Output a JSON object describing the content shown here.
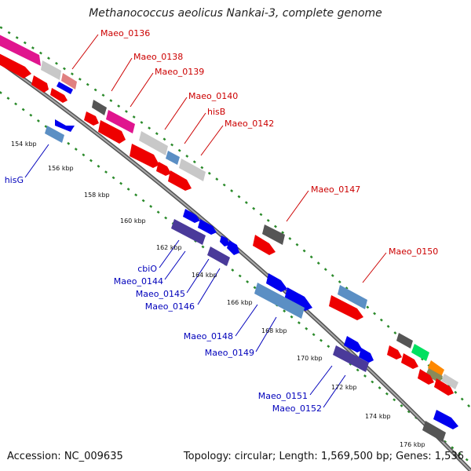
{
  "title": "Methanococcus aeolicus Nankai-3, complete genome",
  "footer": {
    "accession": "Accession: NC_009635",
    "summary": "Topology: circular; Length: 1,569,500 bp; Genes: 1,536"
  },
  "colors": {
    "backbone": "#888888",
    "tick_dots": "#2a8a2a",
    "forward_label": "#cc0000",
    "reverse_label": "#0000bb"
  },
  "ticks": [
    "154 kbp",
    "156 kbp",
    "158 kbp",
    "160 kbp",
    "162 kbp",
    "164 kbp",
    "166 kbp",
    "168 kbp",
    "170 kbp",
    "172 kbp",
    "174 kbp",
    "176 kbp"
  ],
  "forward_gene_labels": [
    "Maeo_0136",
    "Maeo_0138",
    "Maeo_0139",
    "Maeo_0140",
    "hisB",
    "Maeo_0142",
    "Maeo_0147",
    "Maeo_0150"
  ],
  "reverse_gene_labels": [
    "hisG",
    "cbiO",
    "Maeo_0144",
    "Maeo_0145",
    "Maeo_0146",
    "Maeo_0148",
    "Maeo_0149",
    "Maeo_0151",
    "Maeo_0152"
  ]
}
